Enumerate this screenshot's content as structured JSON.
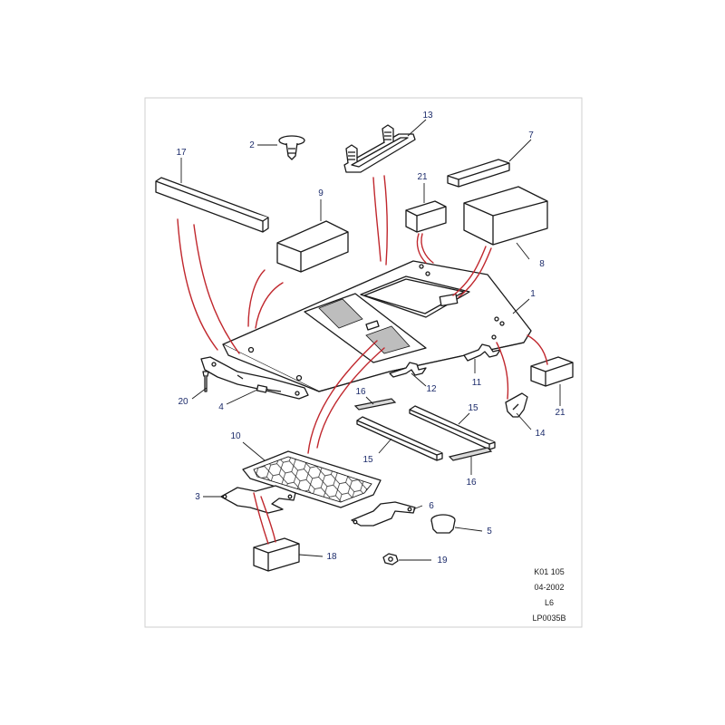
{
  "callouts": {
    "c1": "1",
    "c2": "2",
    "c3": "3",
    "c4": "4",
    "c5": "5",
    "c6": "6",
    "c7": "7",
    "c8": "8",
    "c9": "9",
    "c10": "10",
    "c11": "11",
    "c12": "12",
    "c13": "13",
    "c14": "14",
    "c15a": "15",
    "c15b": "15",
    "c16a": "16",
    "c16b": "16",
    "c17": "17",
    "c18": "18",
    "c19": "19",
    "c20": "20",
    "c21a": "21",
    "c21b": "21"
  },
  "reference": {
    "code": "K01 105",
    "date": "04-2002",
    "variant": "L6",
    "drawing": "LP0035B"
  },
  "colors": {
    "callout_text": "#1d2c6b",
    "leader_lines": "#c0272d"
  }
}
